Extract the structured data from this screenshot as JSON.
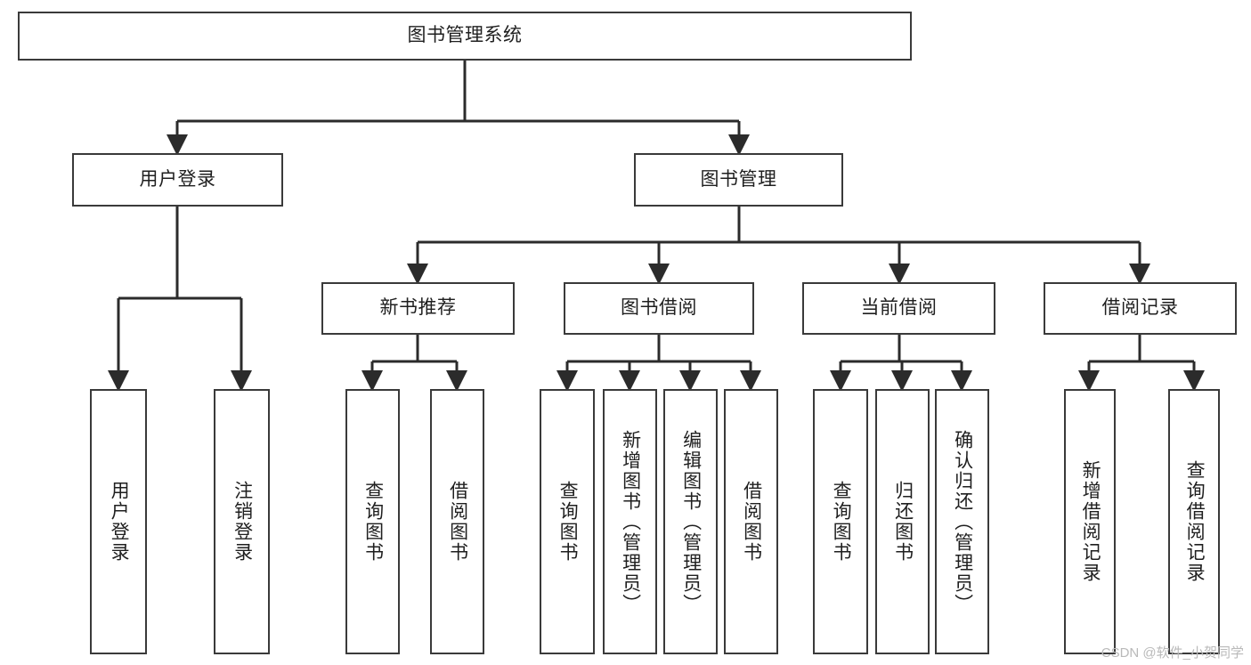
{
  "diagram": {
    "title": "图书管理系统",
    "root": {
      "label": "图书管理系统"
    },
    "level2": [
      {
        "label": "用户登录"
      },
      {
        "label": "图书管理"
      }
    ],
    "level3": [
      {
        "label": "新书推荐"
      },
      {
        "label": "图书借阅"
      },
      {
        "label": "当前借阅"
      },
      {
        "label": "借阅记录"
      }
    ],
    "leaves": {
      "user_login": [
        {
          "label": "用户登录"
        },
        {
          "label": "注销登录"
        }
      ],
      "new_book_recommend": [
        {
          "label": "查询图书"
        },
        {
          "label": "借阅图书"
        }
      ],
      "book_borrow": [
        {
          "label": "查询图书"
        },
        {
          "label": "新增图书（管理员）"
        },
        {
          "label": "编辑图书（管理员）"
        },
        {
          "label": "借阅图书"
        }
      ],
      "current_borrow": [
        {
          "label": "查询图书"
        },
        {
          "label": "归还图书"
        },
        {
          "label": "确认归还（管理员）"
        }
      ],
      "borrow_record": [
        {
          "label": "新增借阅记录"
        },
        {
          "label": "查询借阅记录"
        }
      ]
    },
    "watermark": "CSDN @软件_小贺同学",
    "colors": {
      "box_border": "#3a3a3a",
      "connector": "#2b2b2b",
      "background": "#ffffff",
      "text": "#1f1f1f",
      "watermark": "#b9b9b9"
    }
  }
}
